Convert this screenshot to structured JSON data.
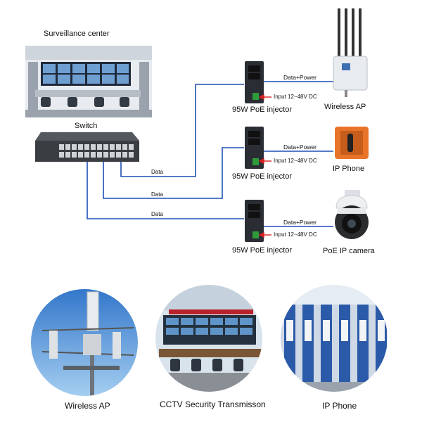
{
  "top_labels": {
    "surveillance_center": "Surveillance center",
    "switch": "Switch"
  },
  "links": {
    "data_label": "Data",
    "data_power_label": "Data+Power",
    "input_label": "Input 12~48V DC"
  },
  "injectors": [
    {
      "label": "95W PoE injector",
      "device": "Wireless AP"
    },
    {
      "label": "95W PoE injector",
      "device": "IP Phone"
    },
    {
      "label": "95W PoE injector",
      "device": "PoE IP camera"
    }
  ],
  "bottom_captions": [
    "Wireless AP",
    "CCTV Security Transmisson",
    "IP  Phone"
  ],
  "colors": {
    "link_blue": "#1f4fb4",
    "arrow_red": "#d42020",
    "injector_dark": "#2a2d33",
    "switch_dark": "#3a3d42"
  }
}
